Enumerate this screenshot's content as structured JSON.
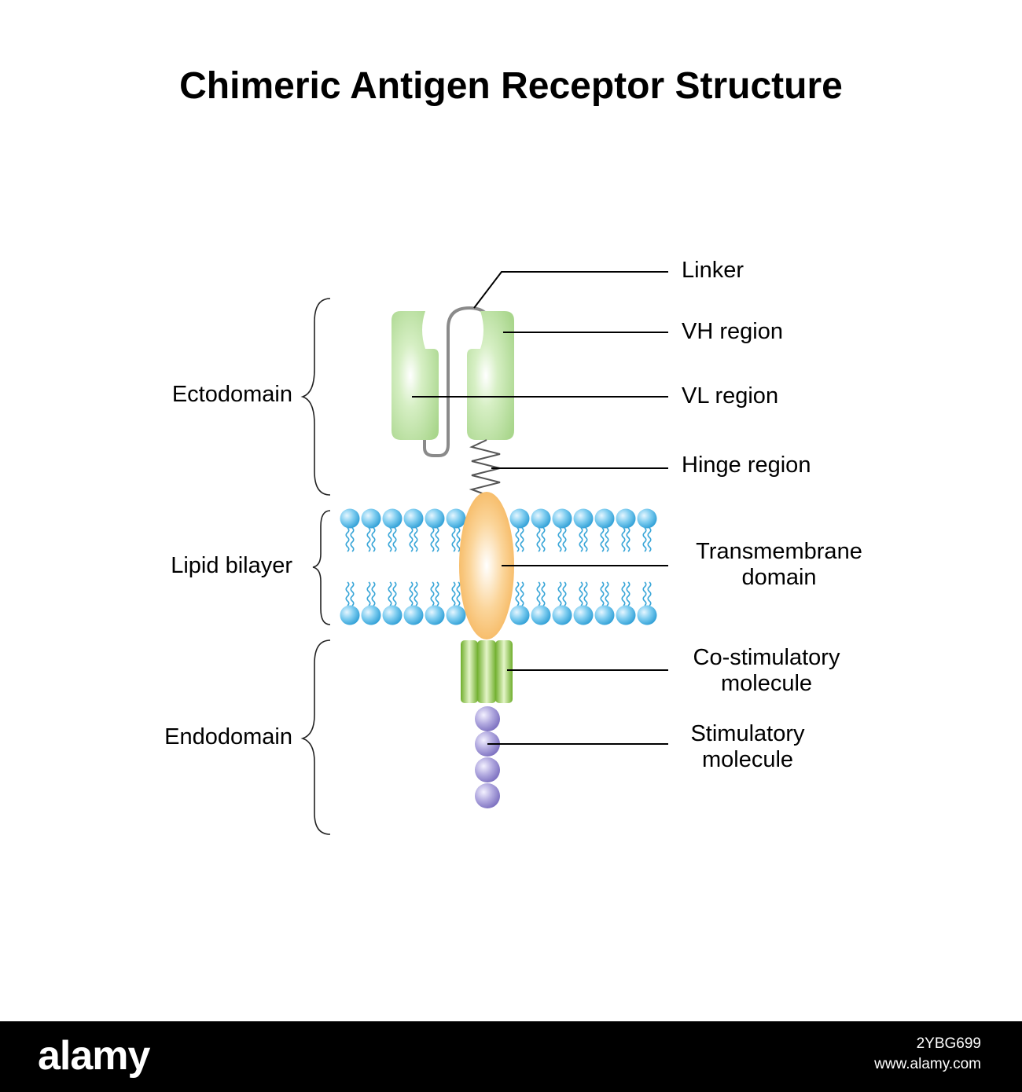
{
  "title": "Chimeric Antigen Receptor Structure",
  "region_labels": {
    "ectodomain": "Ectodomain",
    "lipid_bilayer": "Lipid bilayer",
    "endodomain": "Endodomain"
  },
  "part_labels": {
    "linker": "Linker",
    "vh_region": "VH region",
    "vl_region": "VL region",
    "hinge_region": "Hinge region",
    "transmembrane_line1": "Transmembrane",
    "transmembrane_line2": "domain",
    "costim_line1": "Co-stimulatory",
    "costim_line2": "molecule",
    "stim_line1": "Stimulatory",
    "stim_line2": "molecule"
  },
  "footer": {
    "logo": "alamy",
    "image_id": "2YBG699",
    "site": "www.alamy.com"
  },
  "colors": {
    "variable_region": "#b8e0a0",
    "hinge": "#555555",
    "lipid_head": "#5bbde8",
    "lipid_tail": "#3aa6d8",
    "transmembrane": "#f9bf6e",
    "costimulatory": "#8dc63f",
    "stimulatory": "#a49ad1",
    "footer_bg": "#000000"
  }
}
